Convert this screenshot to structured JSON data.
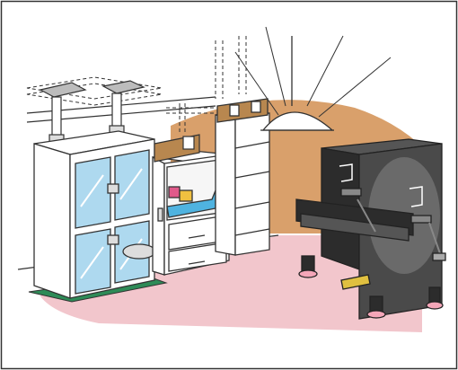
{
  "colors": {
    "frame": "#333333",
    "wall_accent": "#d9a06b",
    "floor": "#f2c6cc",
    "piano": "#4a4a4a",
    "piano_dark": "#2c2c2c",
    "glass": "#aed9ef",
    "box_blue": "#4fb3e0",
    "cardboard": "#b8874f",
    "mat_green": "#2e8b57",
    "pedal_yellow": "#e0c040",
    "pad_pink": "#f4a6b8"
  },
  "icons": [
    "bookcase",
    "cabinet-with-drawers",
    "narrow-cabinet",
    "ceiling-lamp",
    "upright-piano",
    "wall-anchor-bracket",
    "tension-rod"
  ]
}
